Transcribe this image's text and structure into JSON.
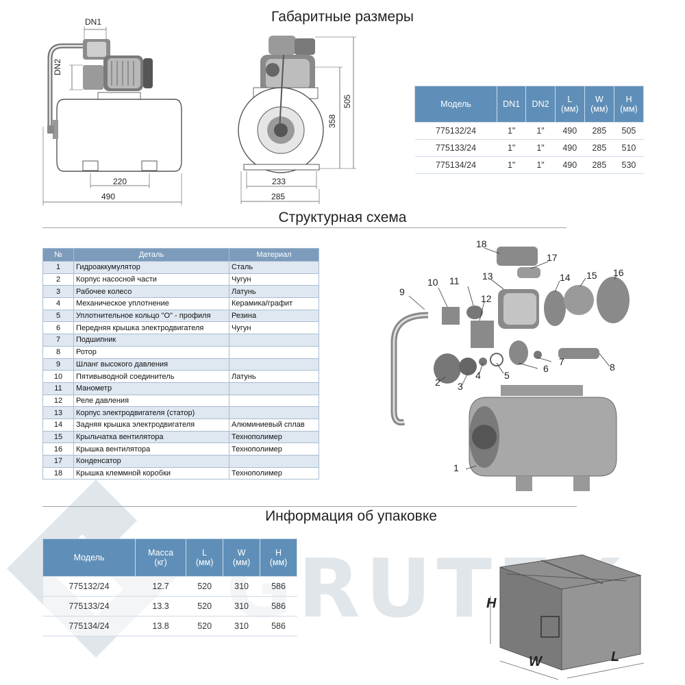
{
  "titles": {
    "dimensions": "Габаритные размеры",
    "structure": "Структурная схема",
    "packaging": "Информация об упаковке"
  },
  "drawing_side": {
    "dn1": "DN1",
    "dn2": "DN2",
    "dim_220": "220",
    "dim_490": "490"
  },
  "drawing_front": {
    "dim_233": "233",
    "dim_285": "285",
    "dim_358": "358",
    "dim_505": "505"
  },
  "dims_table": {
    "headers": [
      "Модель",
      "DN1",
      "DN2",
      "L\n(мм)",
      "W\n(мм)",
      "H\n(мм)"
    ],
    "rows": [
      [
        "775132/24",
        "1\"",
        "1\"",
        "490",
        "285",
        "505"
      ],
      [
        "775133/24",
        "1\"",
        "1\"",
        "490",
        "285",
        "510"
      ],
      [
        "775134/24",
        "1\"",
        "1\"",
        "490",
        "285",
        "530"
      ]
    ]
  },
  "parts_table": {
    "headers": [
      "№",
      "Деталь",
      "Материал"
    ],
    "rows": [
      [
        "1",
        "Гидроаккумулятор",
        "Сталь"
      ],
      [
        "2",
        "Корпус насосной части",
        "Чугун"
      ],
      [
        "3",
        "Рабочее колесо",
        "Латунь"
      ],
      [
        "4",
        "Механическое уплотнение",
        "Керамика/графит"
      ],
      [
        "5",
        "Уплотнительное кольцо \"О\" - профиля",
        "Резина"
      ],
      [
        "6",
        "Передняя крышка электродвигателя",
        "Чугун"
      ],
      [
        "7",
        "Подшипник",
        ""
      ],
      [
        "8",
        "Ротор",
        ""
      ],
      [
        "9",
        "Шланг высокого давления",
        ""
      ],
      [
        "10",
        "Пятивыводной соединитель",
        "Латунь"
      ],
      [
        "11",
        "Манометр",
        ""
      ],
      [
        "12",
        "Реле давления",
        ""
      ],
      [
        "13",
        "Корпус электродвигателя (статор)",
        ""
      ],
      [
        "14",
        "Задняя крышка электродвигателя",
        "Алюминиевый сплав"
      ],
      [
        "15",
        "Крыльчатка вентилятора",
        "Технополимер"
      ],
      [
        "16",
        "Крышка вентилятора",
        "Технополимер"
      ],
      [
        "17",
        "Конденсатор",
        ""
      ],
      [
        "18",
        "Крышка клеммной коробки",
        "Технополимер"
      ]
    ]
  },
  "exploded_labels": [
    "1",
    "2",
    "3",
    "4",
    "5",
    "6",
    "7",
    "8",
    "9",
    "10",
    "11",
    "12",
    "13",
    "14",
    "15",
    "16",
    "17",
    "18"
  ],
  "pack_table": {
    "headers": [
      "Модель",
      "Масса\n(кг)",
      "L\n(мм)",
      "W\n(мм)",
      "H\n(мм)"
    ],
    "rows": [
      [
        "775132/24",
        "12.7",
        "520",
        "310",
        "586"
      ],
      [
        "775133/24",
        "13.3",
        "520",
        "310",
        "586"
      ],
      [
        "775134/24",
        "13.8",
        "520",
        "310",
        "586"
      ]
    ]
  },
  "box": {
    "h": "H",
    "w": "W",
    "l": "L"
  },
  "watermark": "GRUTEK",
  "colors": {
    "header_blue": "#5f8fb8",
    "parts_header": "#7d9cbc",
    "row_tint": "#dfe7f0"
  }
}
